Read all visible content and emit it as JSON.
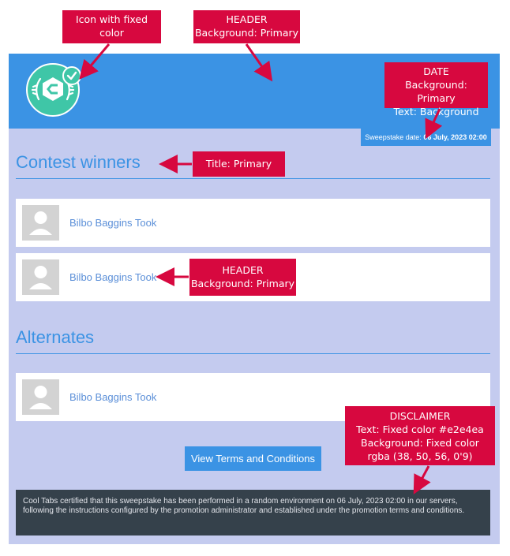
{
  "sweepstake": {
    "date_label": "Sweepstake date:",
    "date_value": "06 July, 2023 02:00",
    "winners_title": "Contest winners",
    "alternates_title": "Alternates",
    "winners": [
      {
        "name": "Bilbo Baggins Took"
      },
      {
        "name": "Bilbo Baggins Took"
      }
    ],
    "alternates": [
      {
        "name": "Bilbo Baggins Took"
      }
    ],
    "terms_button": "View Terms and Conditions",
    "disclaimer": "Cool Tabs certified that this sweepstake has been performed in a random environment on 06 July, 2023 02:00 in our servers, following the instructions configured by the promotion administrator and established under the promotion terms and conditions."
  },
  "annotations": {
    "icon": [
      "Icon with fixed",
      "color"
    ],
    "header": [
      "HEADER",
      "Background: Primary"
    ],
    "date": [
      "DATE",
      "Background: Primary",
      "Text: Background"
    ],
    "title": [
      "Title: Primary"
    ],
    "row": [
      "HEADER",
      "Background: Primary"
    ],
    "disclaimer": [
      "DISCLAIMER",
      "Text: Fixed color #e2e4ea",
      "Background: Fixed color",
      "rgba (38, 50, 56, 0'9)"
    ]
  },
  "colors": {
    "primary": "#3b93e4",
    "background": "#c4cbef",
    "logo": "#3fc6a7",
    "callout": "#d7083f",
    "disclaimer_text": "#e2e4ea",
    "disclaimer_bg": "rgba(38, 50, 56, 0.9)"
  },
  "icons": {
    "logo": "laurel-badge-icon",
    "check": "checkmark-icon",
    "avatar": "person-silhouette-icon"
  }
}
